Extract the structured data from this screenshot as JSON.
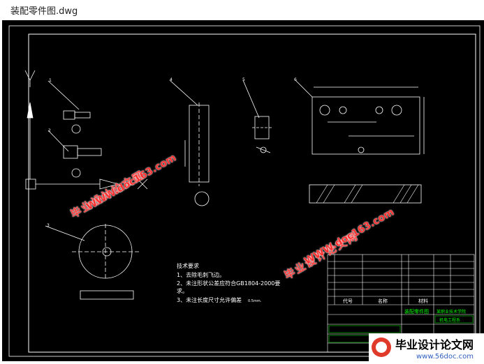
{
  "window": {
    "title": "装配零件图.dwg"
  },
  "notes": {
    "heading": "技术要求",
    "line1": "1、去除毛刺飞边。",
    "line2": "2、未注形状公差应符合GB1804-2000要",
    "line2b": "求。",
    "line3": "3、未注长度尺寸允许偏差",
    "line3_value": "0.5mm."
  },
  "balloons": [
    "1",
    "2",
    "3",
    "4",
    "5",
    "6"
  ],
  "title_block": {
    "header_code": "代号",
    "header_name": "名称",
    "header_material": "材料",
    "drawing_name": "装配零件图",
    "school": "某职业技术学院",
    "dept": "机电工程系"
  },
  "watermarks": {
    "cn": "毕业设计论文网",
    "url": "WWW.doc163.com"
  },
  "logo": {
    "text": "毕业设计论文网",
    "url": "www.56doc.com"
  },
  "colors": {
    "canvas": "#000000",
    "lines": "#ffffff",
    "watermark": "#ff3030",
    "title_block_green": "#00ff00"
  }
}
